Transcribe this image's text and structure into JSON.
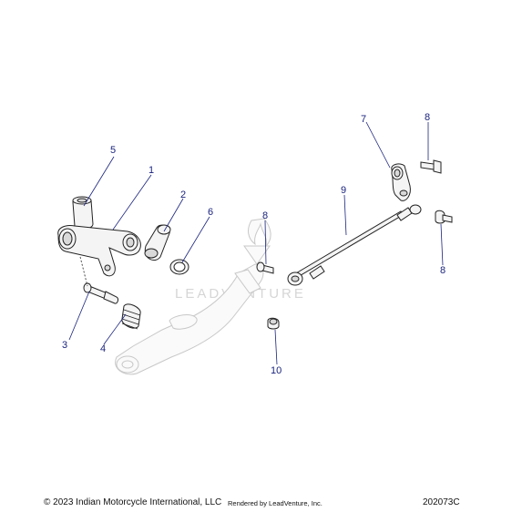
{
  "callouts": {
    "c1": "1",
    "c2": "2",
    "c3": "3",
    "c4": "4",
    "c5": "5",
    "c6": "6",
    "c7": "7",
    "c8a": "8",
    "c8b": "8",
    "c8c": "8",
    "c9": "9",
    "c10": "10"
  },
  "watermark": {
    "text": "LEADVENTURE"
  },
  "footer": {
    "copyright": "© 2023 Indian Motorcycle International, LLC",
    "rendered_by": "Rendered by LeadVenture, Inc.",
    "drawing_id": "202073C"
  },
  "colors": {
    "callout": "#1a237e",
    "line": "#222222",
    "ghost": "#c8c8c8"
  }
}
